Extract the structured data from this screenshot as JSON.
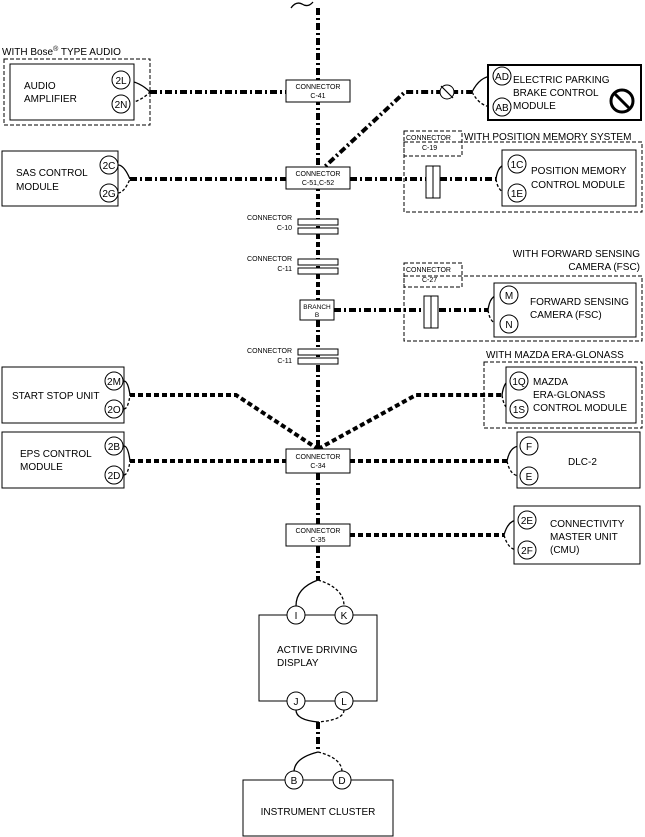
{
  "top": {
    "bose_label": "WITH Bose",
    "bose_reg": "®",
    "bose_suffix": " TYPE AUDIO"
  },
  "connectors": {
    "c41": {
      "line1": "CONNECTOR",
      "line2": "C-41"
    },
    "c51": {
      "line1": "CONNECTOR",
      "line2": "C-51,C-52"
    },
    "c10": {
      "line1": "CONNECTOR",
      "line2": "C-10"
    },
    "c11a": {
      "line1": "CONNECTOR",
      "line2": "C-11"
    },
    "branch": {
      "line1": "BRANCH",
      "line2": "B"
    },
    "c11b": {
      "line1": "CONNECTOR",
      "line2": "C-11"
    },
    "c34": {
      "line1": "CONNECTOR",
      "line2": "C-34"
    },
    "c35": {
      "line1": "CONNECTOR",
      "line2": "C-35"
    },
    "c19": {
      "line1": "CONNECTOR",
      "line2": "C-19"
    },
    "c27": {
      "line1": "CONNECTOR",
      "line2": "C-27"
    }
  },
  "modules": {
    "audio": {
      "line1": "AUDIO",
      "line2": "AMPLIFIER",
      "pins": [
        "2L",
        "2N"
      ]
    },
    "epb": {
      "line1": "ELECTRIC PARKING",
      "line2": "BRAKE CONTROL",
      "line3": "MODULE",
      "pins": [
        "AD",
        "AB"
      ]
    },
    "sas": {
      "line1": "SAS CONTROL",
      "line2": "MODULE",
      "pins": [
        "2C",
        "2G"
      ]
    },
    "posmem": {
      "option": "WITH POSITION MEMORY SYSTEM",
      "line1": "POSITION MEMORY",
      "line2": "CONTROL MODULE",
      "pins": [
        "1C",
        "1E"
      ]
    },
    "fsc": {
      "option1": "WITH FORWARD SENSING",
      "option2": "CAMERA (FSC)",
      "line1": "FORWARD SENSING",
      "line2": "CAMERA (FSC)",
      "pins": [
        "M",
        "N"
      ]
    },
    "startstop": {
      "line1": "START STOP UNIT",
      "pins": [
        "2M",
        "2O"
      ]
    },
    "era": {
      "option": "WITH MAZDA ERA-GLONASS",
      "line1": "MAZDA",
      "line2": "ERA-GLONASS",
      "line3": "CONTROL MODULE",
      "pins": [
        "1Q",
        "1S"
      ]
    },
    "eps": {
      "line1": "EPS CONTROL",
      "line2": "MODULE",
      "pins": [
        "2B",
        "2D"
      ]
    },
    "dlc": {
      "line1": "DLC-2",
      "pins": [
        "F",
        "E"
      ]
    },
    "cmu": {
      "line1": "CONNECTIVITY",
      "line2": "MASTER UNIT",
      "line3": "(CMU)",
      "pins": [
        "2E",
        "2F"
      ]
    },
    "add": {
      "line1": "ACTIVE DRIVING",
      "line2": "DISPLAY",
      "pins_top": [
        "I",
        "K"
      ],
      "pins_bottom": [
        "J",
        "L"
      ]
    },
    "cluster": {
      "line1": "INSTRUMENT CLUSTER",
      "pins": [
        "B",
        "D"
      ]
    }
  }
}
